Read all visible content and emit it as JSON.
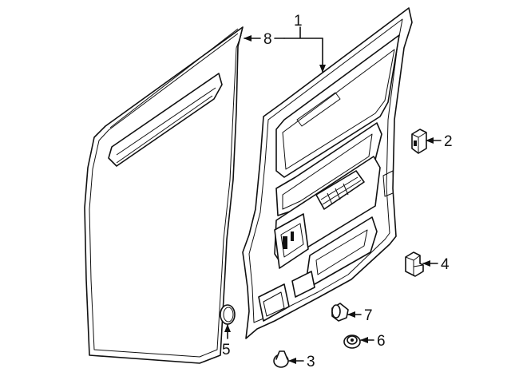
{
  "diagram": {
    "callouts": [
      {
        "id": "part-1",
        "number": "1"
      },
      {
        "id": "part-2",
        "number": "2"
      },
      {
        "id": "part-3",
        "number": "3"
      },
      {
        "id": "part-4",
        "number": "4"
      },
      {
        "id": "part-5",
        "number": "5"
      },
      {
        "id": "part-6",
        "number": "6"
      },
      {
        "id": "part-7",
        "number": "7"
      },
      {
        "id": "part-8",
        "number": "8"
      }
    ]
  }
}
